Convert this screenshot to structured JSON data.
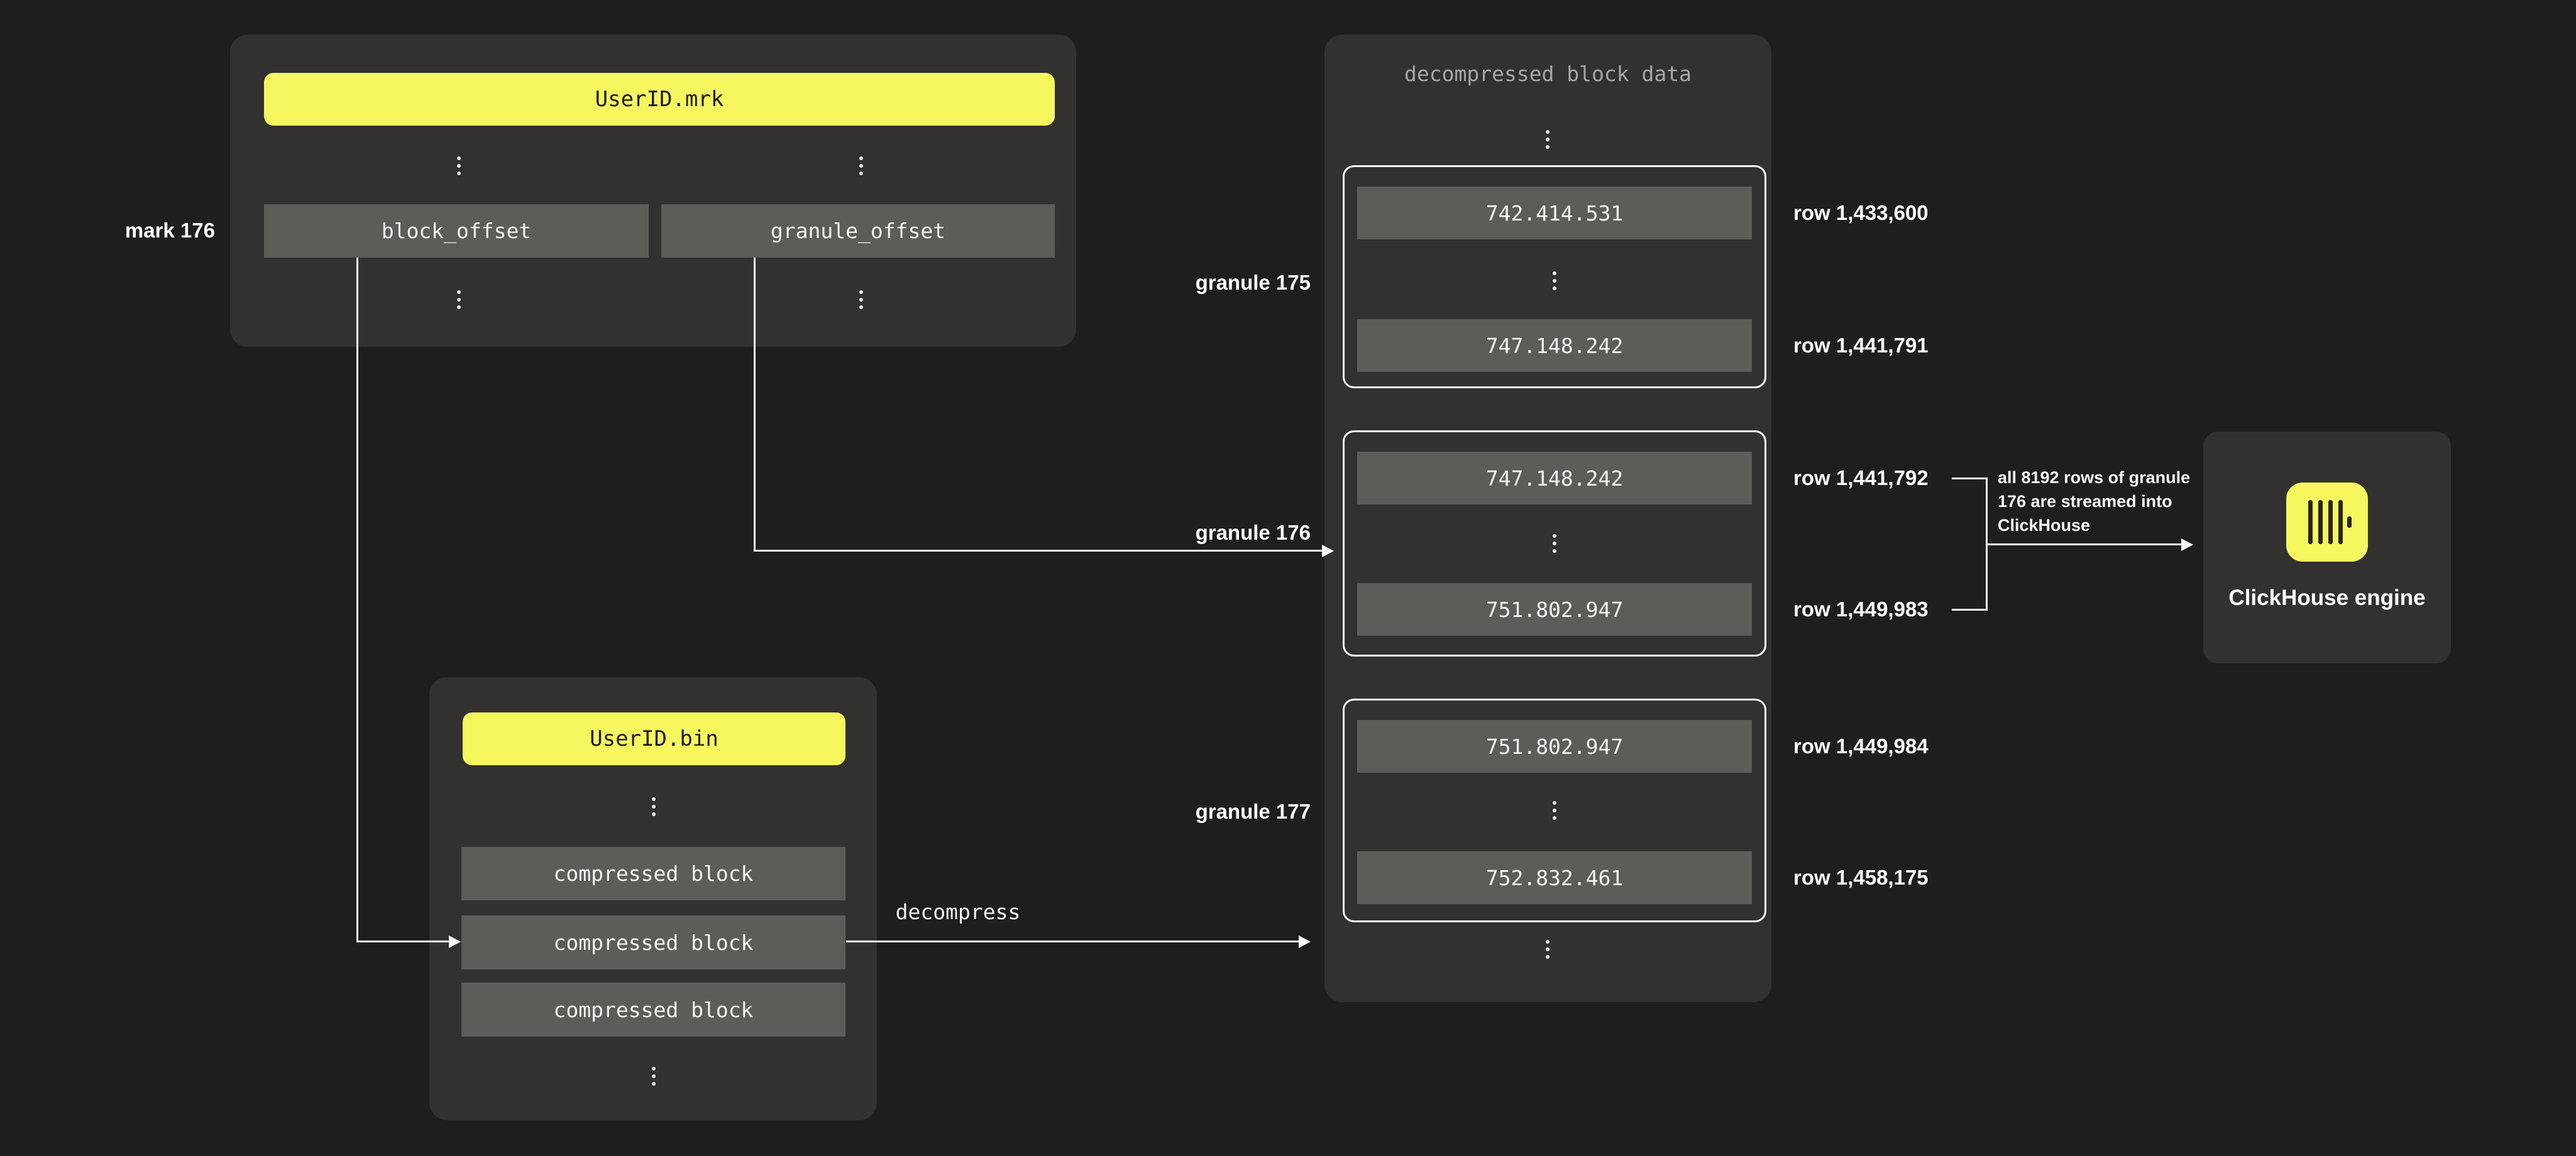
{
  "diagram": {
    "mrk_file": {
      "title": "UserID.mrk",
      "fields": [
        "block_offset",
        "granule_offset"
      ]
    },
    "mark_label": "mark 176",
    "bin_file": {
      "title": "UserID.bin",
      "blocks": [
        "compressed block",
        "compressed block",
        "compressed block"
      ]
    },
    "decompress_label": "decompress",
    "decompressed_panel": {
      "title": "decompressed block data",
      "granules": [
        {
          "label": "granule 175",
          "first_value": "742.414.531",
          "last_value": "747.148.242",
          "first_row": "row 1,433,600",
          "last_row": "row 1,441,791"
        },
        {
          "label": "granule 176",
          "first_value": "747.148.242",
          "last_value": "751.802.947",
          "first_row": "row 1,441,792",
          "last_row": "row 1,449,983"
        },
        {
          "label": "granule 177",
          "first_value": "751.802.947",
          "last_value": "752.832.461",
          "first_row": "row 1,449,984",
          "last_row": "row 1,458,175"
        }
      ]
    },
    "annotation": "all 8192 rows of granule\n176 are streamed into\nClickHouse",
    "engine": {
      "label": "ClickHouse engine",
      "icon": "clickhouse-logo"
    },
    "icons": {
      "vertical_ellipsis": "⋮",
      "clickhouse_logo": "yellow rounded square with black vertical bars"
    },
    "colors": {
      "background": "#1f1e1c",
      "panel": "#333130",
      "box": "#5d5c59",
      "accent_yellow": "#f6f75e",
      "text_light": "#fbfbfa",
      "text_muted": "#a8a7a4"
    }
  }
}
